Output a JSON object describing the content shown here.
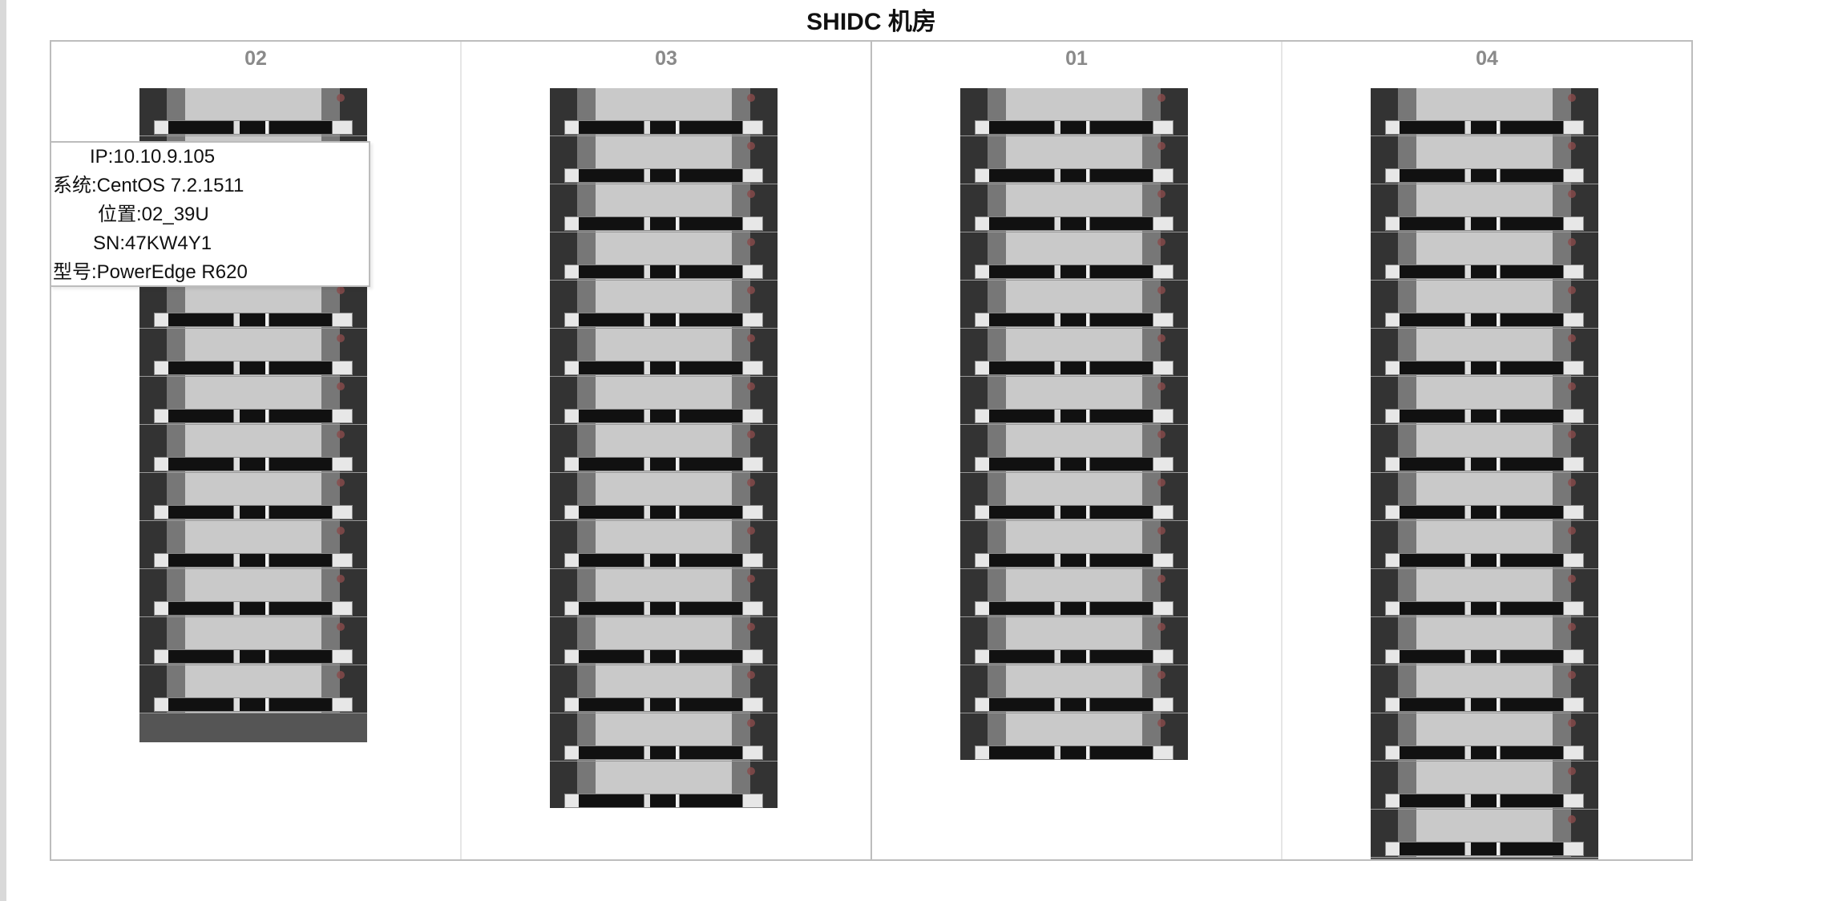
{
  "page": {
    "title": "SHIDC 机房"
  },
  "racks": [
    {
      "label": "02",
      "units": 13
    },
    {
      "label": "03",
      "units": 15
    },
    {
      "label": "01",
      "units": 14
    },
    {
      "label": "04",
      "units": 16
    }
  ],
  "tooltip": {
    "ip": "IP:10.10.9.105",
    "system": "系统:CentOS 7.2.1511",
    "position": "位置:02_39U",
    "sn": "SN:47KW4Y1",
    "model": "型号:PowerEdge R620"
  }
}
